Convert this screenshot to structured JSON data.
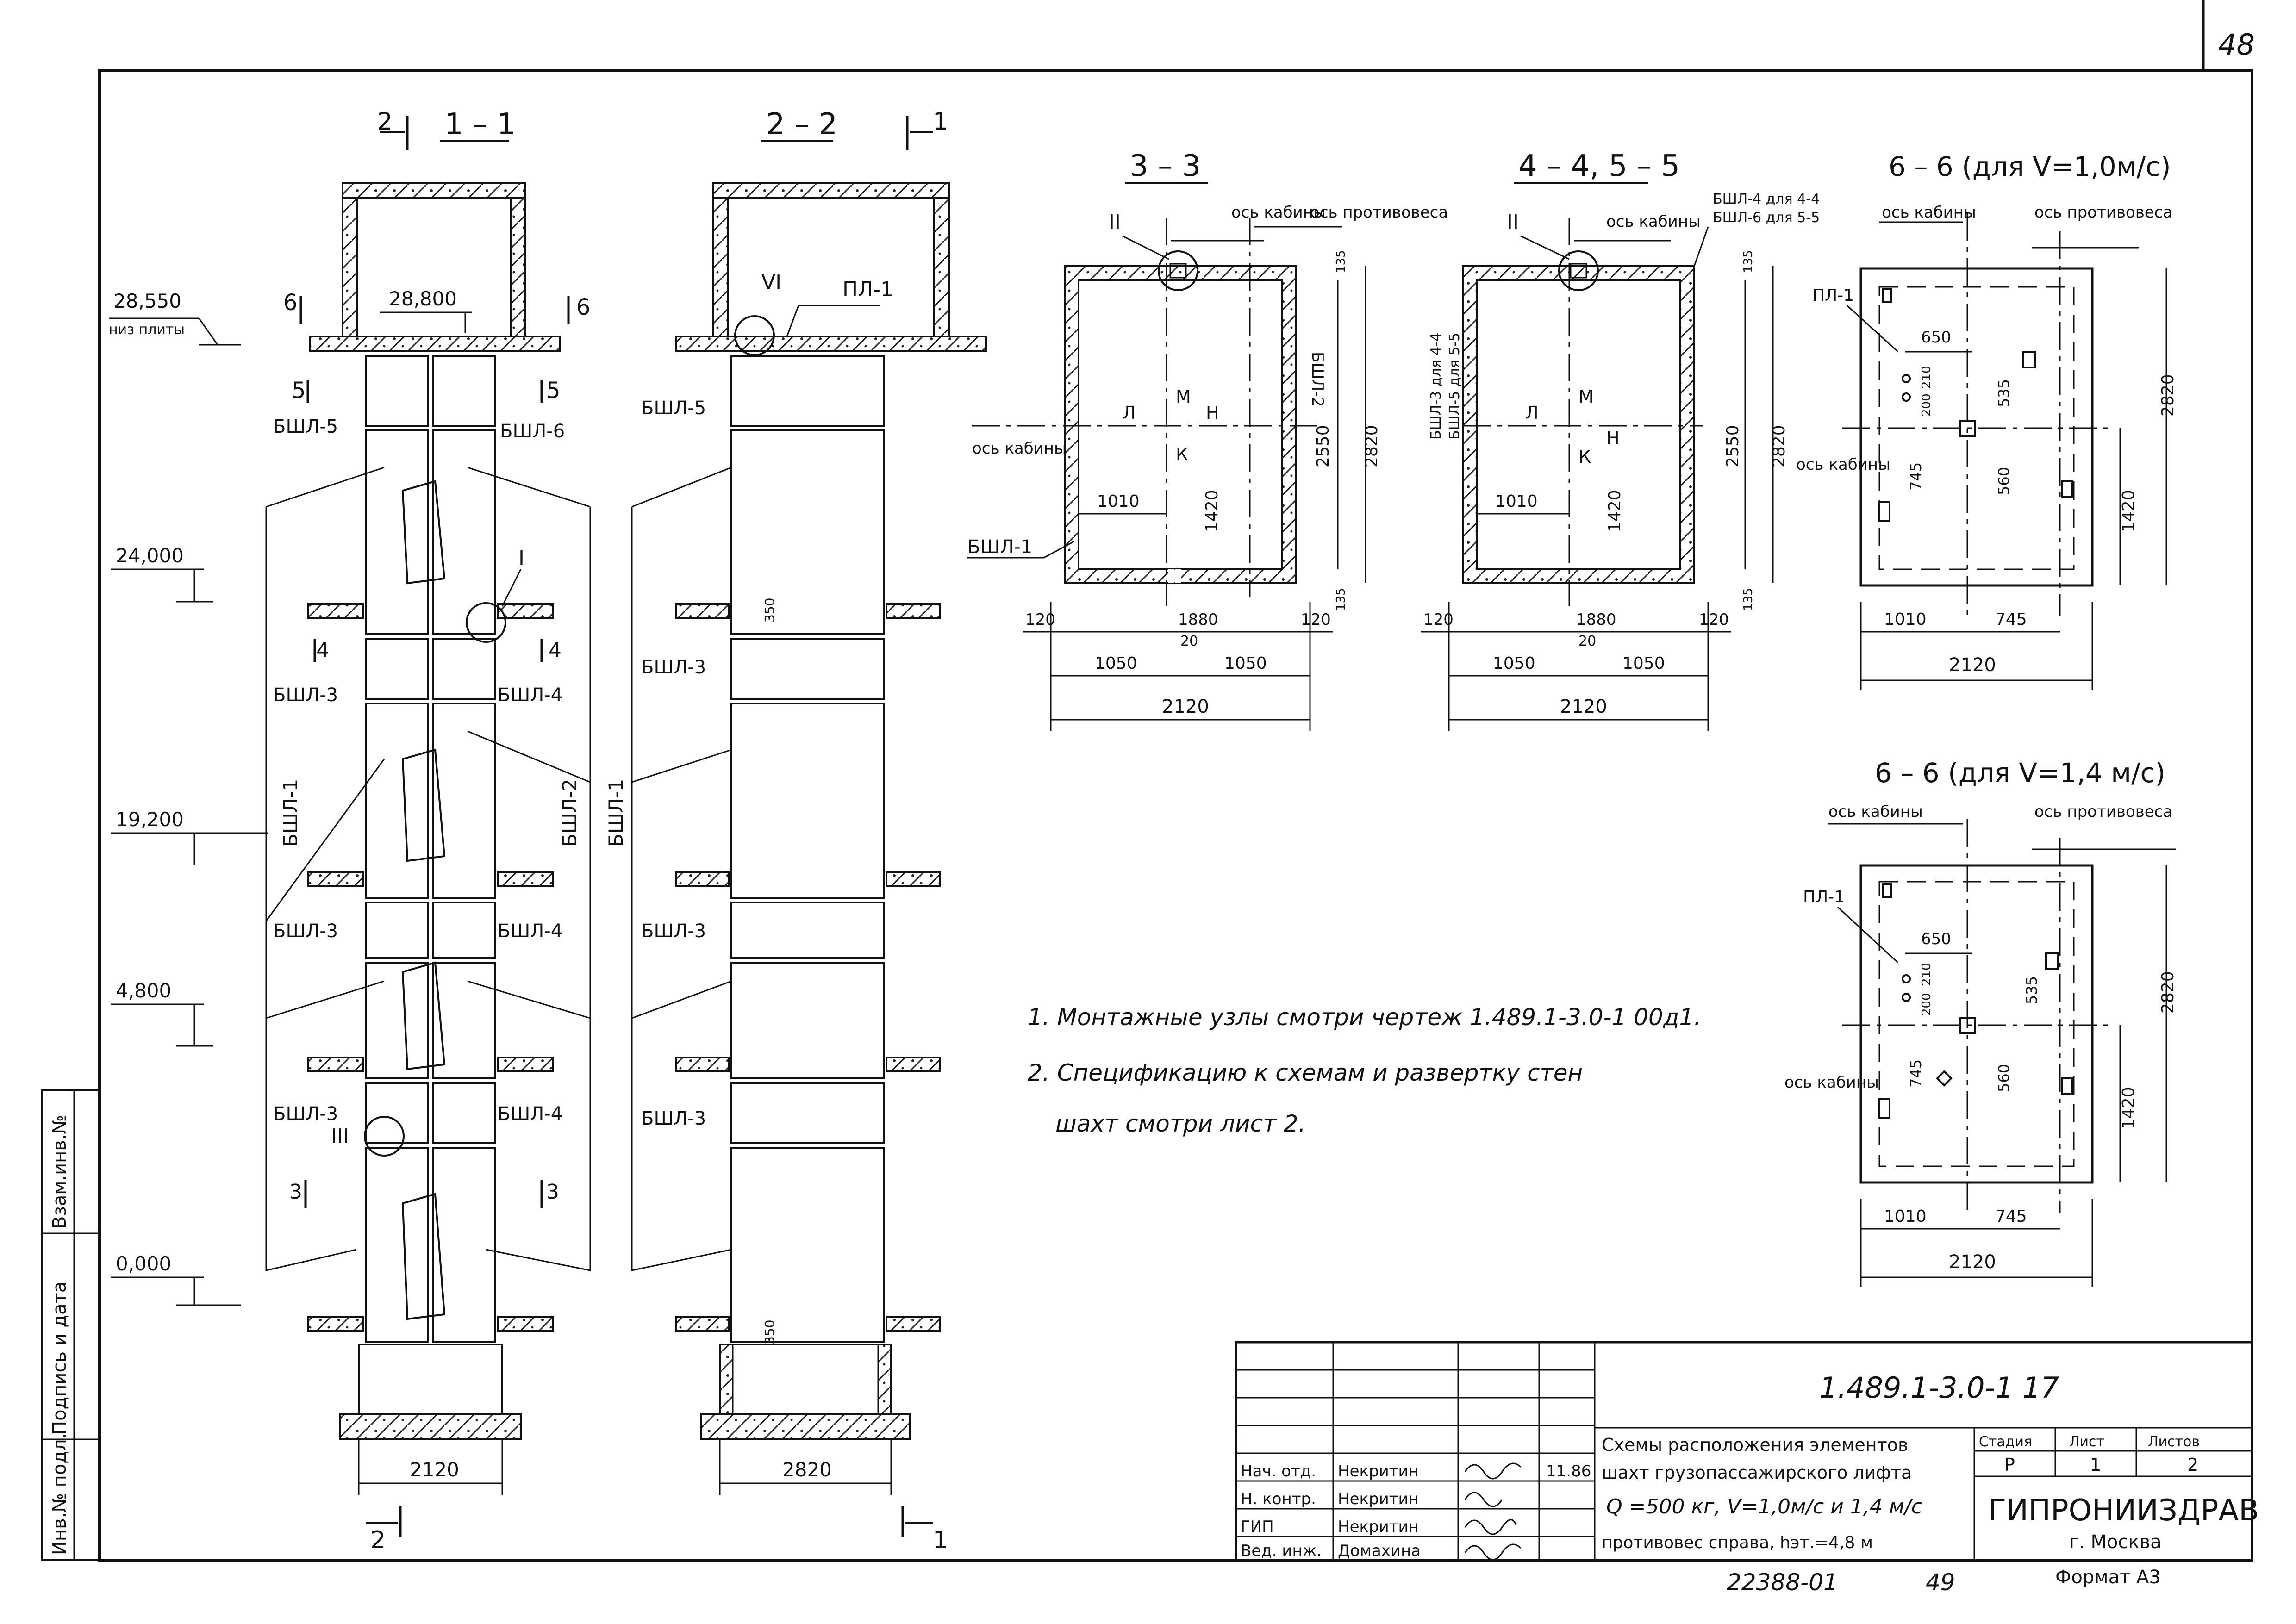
{
  "sheet_no": "48",
  "side_stamp": [
    "Инв.№ подл.",
    "Подпись и дата",
    "Взам.инв.№"
  ],
  "sections": {
    "s11": {
      "title": "1 – 1",
      "cut_top": "2",
      "cut_bottom": "2",
      "cut_6_left": "6",
      "cut_6_right": "6",
      "cut_5_left": "5",
      "cut_5_right": "5",
      "cut_4_left": "4",
      "cut_4_right": "4",
      "cut_3_left": "3",
      "cut_3_right": "3",
      "elev_roof": "28,800",
      "elev_slab": "28,550",
      "elev_slab_note": "низ плиты",
      "elev_1": "24,000",
      "elev_2": "19,200",
      "elev_3": "4,800",
      "elev_4": "0,000",
      "lbl_b5": "БШЛ-5",
      "lbl_b6": "БШЛ-6",
      "lbl_b3a": "БШЛ-3",
      "lbl_b4a": "БШЛ-4",
      "lbl_b3b": "БШЛ-3",
      "lbl_b4b": "БШЛ-4",
      "lbl_b3c": "БШЛ-3",
      "lbl_b4c": "БШЛ-4",
      "lbl_b1": "БШЛ-1",
      "lbl_b2": "БШЛ-2",
      "node_1": "I",
      "node_3": "III",
      "width": "2120"
    },
    "s22": {
      "title": "2 – 2",
      "cut_top": "1",
      "cut_bottom": "1",
      "node_6": "VI",
      "lbl_pl1": "ПЛ-1",
      "lbl_b5": "БШЛ-5",
      "lbl_b3a": "БШЛ-3",
      "lbl_b3b": "БШЛ-3",
      "lbl_b3c": "БШЛ-3",
      "lbl_b1": "БШЛ-1",
      "dim_350a": "350",
      "dim_350b": "350",
      "width": "2820"
    },
    "s33": {
      "title": "3 – 3",
      "node": "II",
      "axis_cabin": "ось кабины",
      "axis_counter": "ось противовеса",
      "axis_cabin_left": "ось кабины",
      "lbl_b2": "БШЛ-2",
      "lbl_b1": "БШЛ-1",
      "arrow_l": "Л",
      "arrow_m": "М",
      "arrow_h": "Н",
      "arrow_k": "К",
      "d1010": "1010",
      "d1420": "1420",
      "d2550": "2550",
      "d2820": "2820",
      "d135a": "135",
      "d135b": "135",
      "d120a": "120",
      "d1880": "1880",
      "d120b": "120",
      "d1050a": "1050",
      "d20": "20",
      "d1050b": "1050",
      "d2120": "2120"
    },
    "s44": {
      "title": "4 – 4, 5 – 5",
      "node": "II",
      "axis_cabin": "ось кабины",
      "note_top_1": "БШЛ-4 для 4-4",
      "note_top_2": "БШЛ-6 для 5-5",
      "note_side_1": "БШЛ-3 для 4-4",
      "note_side_2": "БШЛ-5 для 5-5",
      "arrow_l": "Л",
      "arrow_m": "М",
      "arrow_h": "Н",
      "arrow_k": "К",
      "d1010": "1010",
      "d1420": "1420",
      "d2550": "2550",
      "d2820": "2820",
      "d135a": "135",
      "d135b": "135",
      "d120a": "120",
      "d1880": "1880",
      "d120b": "120",
      "d1050a": "1050",
      "d20": "20",
      "d1050b": "1050",
      "d2120": "2120"
    },
    "s66a": {
      "title": "6 – 6 (для V=1,0м/с)",
      "axis_cabin": "ось кабины",
      "axis_counter": "ось противовеса",
      "axis_cabin_left": "ось кабины",
      "lbl_pl1": "ПЛ-1",
      "d650": "650",
      "d200": "200",
      "d210": "210",
      "d535": "535",
      "d560": "560",
      "d745v": "745",
      "d1420": "1420",
      "d2820": "2820",
      "d1010": "1010",
      "d745": "745",
      "d2120": "2120"
    },
    "s66b": {
      "title": "6 – 6 (для V=1,4 м/с)",
      "axis_cabin": "ось кабины",
      "axis_counter": "ось противовеса",
      "axis_cabin_left": "ось кабины",
      "lbl_pl1": "ПЛ-1",
      "d650": "650",
      "d200": "200",
      "d210": "210",
      "d535": "535",
      "d560": "560",
      "d745v": "745",
      "d1420": "1420",
      "d2820": "2820",
      "d1010": "1010",
      "d745": "745",
      "d2120": "2120"
    }
  },
  "notes": [
    "1. Монтажные узлы смотри чертеж 1.489.1-3.0-1 00д1.",
    "2. Спецификацию к схемам и развертку стен",
    "шахт смотри лист 2."
  ],
  "title_block": {
    "doc_code": "1.489.1-3.0-1 17",
    "title_1": "Схемы расположения элементов",
    "title_2": "шахт грузопассажирского лифта",
    "title_3": "Q =500 кг, V=1,0м/с и 1,4 м/с",
    "title_4": "противовес справа, hэт.=4,8 м",
    "col_stage": "Стадия",
    "col_sheet": "Лист",
    "col_sheets": "Листов",
    "stage": "Р",
    "sheet": "1",
    "sheets": "2",
    "org": "ГИПРОНИИЗДРАВ",
    "city": "г. Москва",
    "signers": [
      {
        "role": "Нач. отд.",
        "name": "Некритин",
        "date": "11.86"
      },
      {
        "role": "Н. контр.",
        "name": "Некритин",
        "date": ""
      },
      {
        "role": "ГИП",
        "name": "Некритин",
        "date": ""
      },
      {
        "role": "Вед. инж.",
        "name": "Домахина",
        "date": ""
      }
    ],
    "bottom_left": "22388-01",
    "bottom_mid": "49",
    "format": "Формат А3"
  }
}
